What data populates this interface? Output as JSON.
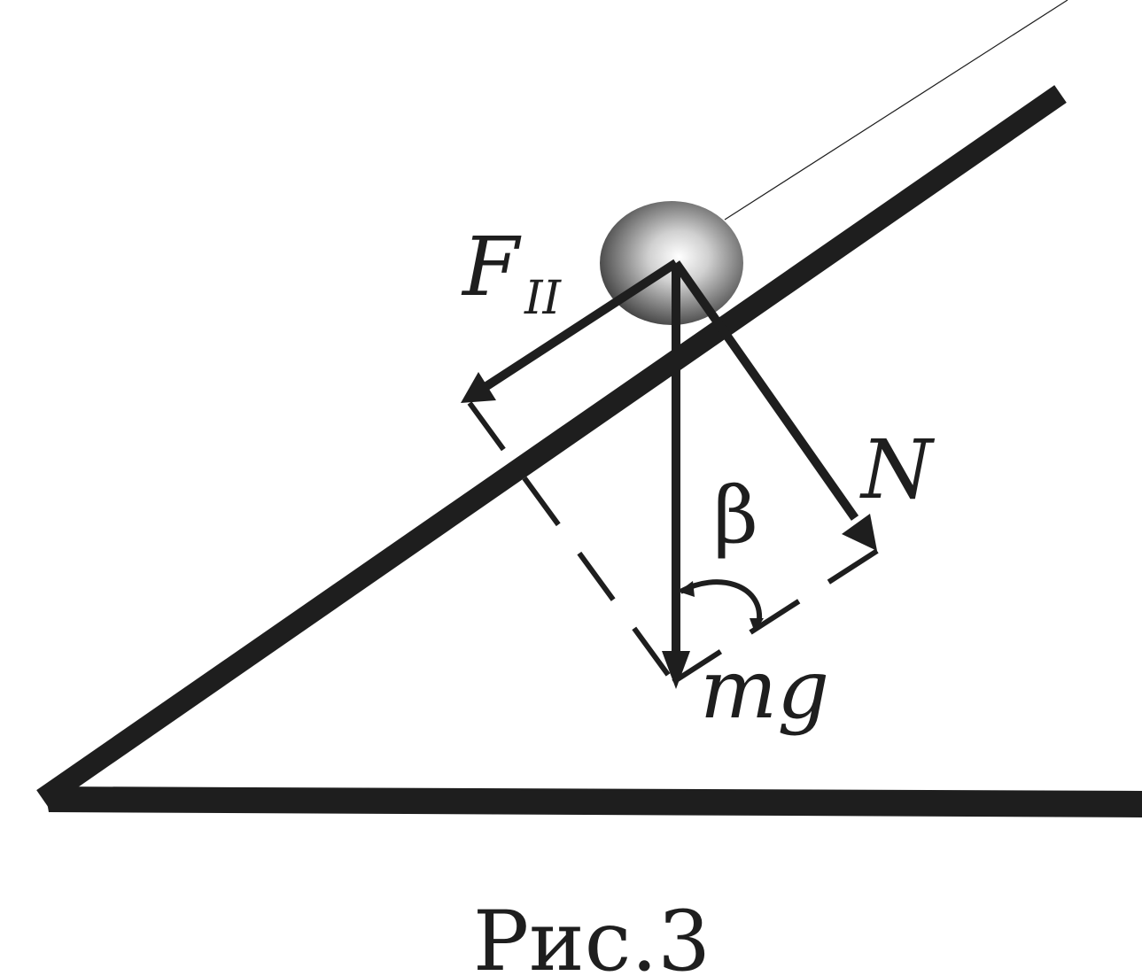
{
  "diagram": {
    "labels": {
      "parallel_force": "F",
      "parallel_force_subscript": "II",
      "normal_force": "N",
      "angle": "β",
      "gravity": "mg"
    },
    "caption": "Рис.3",
    "colors": {
      "ink": "#1e1e1e",
      "ball_highlight": "#ffffff",
      "ball_shadow": "#3a3a3a"
    }
  }
}
